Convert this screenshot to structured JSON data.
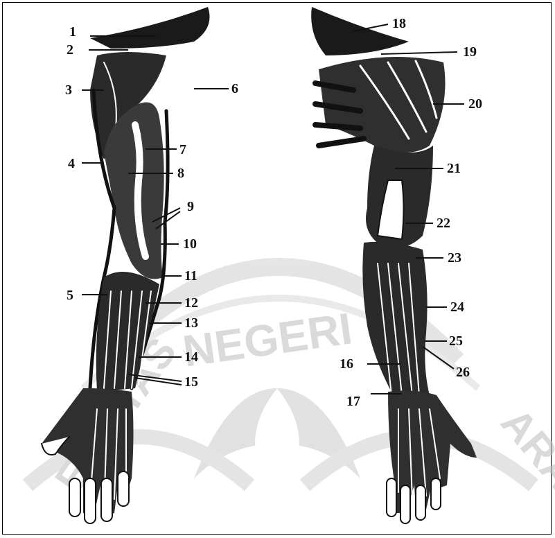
{
  "figure": {
    "labels": [
      "1",
      "2",
      "3",
      "4",
      "5",
      "6",
      "7",
      "8",
      "9",
      "10",
      "11",
      "12",
      "13",
      "14",
      "15",
      "16",
      "17",
      "18",
      "19",
      "20",
      "21",
      "22",
      "23",
      "24",
      "25",
      "26"
    ]
  },
  "watermark": {
    "text_top": "NEGERI",
    "text_left": "ERSITAS",
    "text_right": "ARA",
    "color": "#bdbdbd"
  },
  "colors": {
    "ink": "#111111",
    "background": "#ffffff"
  }
}
